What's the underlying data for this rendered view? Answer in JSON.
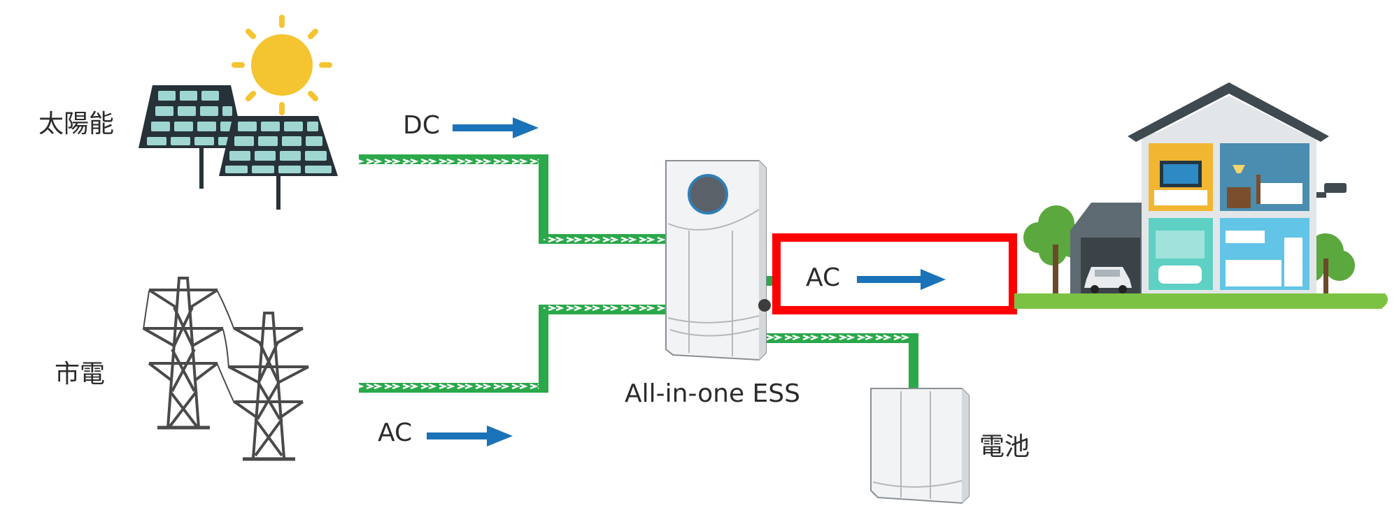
{
  "labels": {
    "solar": "太陽能",
    "grid": "市電",
    "dc": "DC",
    "ac_in": "AC",
    "ac_out": "AC",
    "ess": "All-in-one ESS",
    "battery": "電池"
  },
  "icons": {
    "solar": "solar-panel-icon",
    "sun": "sun-icon",
    "grid": "power-tower-icon",
    "ess": "ess-cabinet-icon",
    "battery": "battery-cabinet-icon",
    "house": "house-icon",
    "flow": "arrow-right-icon"
  },
  "colors": {
    "cable": "#2aa84a",
    "arrow": "#1a72b8",
    "highlight": "#ff0000",
    "ground": "#7cc242",
    "sun": "#f5c431",
    "panel_frame": "#263238",
    "panel_cell": "#9fd6d2"
  }
}
